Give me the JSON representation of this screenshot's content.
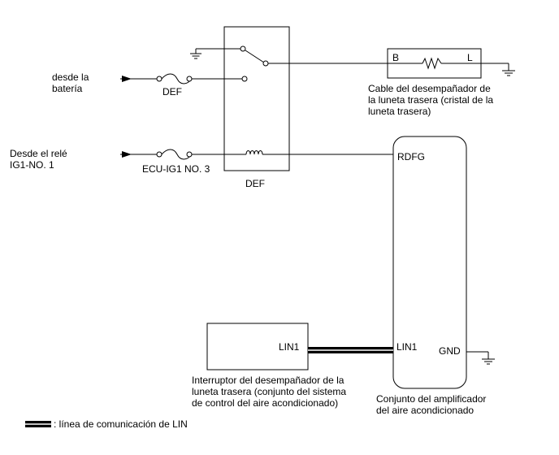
{
  "sources": {
    "battery": [
      "desde la",
      "batería"
    ],
    "relay": [
      "Desde el relé",
      "IG1-NO. 1"
    ]
  },
  "fuses": {
    "def": "DEF",
    "ecu_ig1": "ECU-IG1 NO. 3"
  },
  "relay_block": {
    "label": "DEF"
  },
  "defogger_wire": {
    "terminal_b": "B",
    "terminal_l": "L",
    "caption": [
      "Cable del desempañador de",
      "la luneta trasera (cristal de la",
      "luneta trasera)"
    ]
  },
  "amplifier": {
    "pin_rdfg": "RDFG",
    "pin_lin": "LIN1",
    "pin_gnd": "GND",
    "caption": [
      "Conjunto del amplificador",
      "del aire acondicionado"
    ]
  },
  "switch_assembly": {
    "pin_lin": "LIN1",
    "caption": [
      "Interruptor del desempañador de la",
      "luneta trasera (conjunto del sistema",
      "de control del aire acondicionado)"
    ]
  },
  "legend": {
    "text": ": línea de comunicación de LIN"
  }
}
